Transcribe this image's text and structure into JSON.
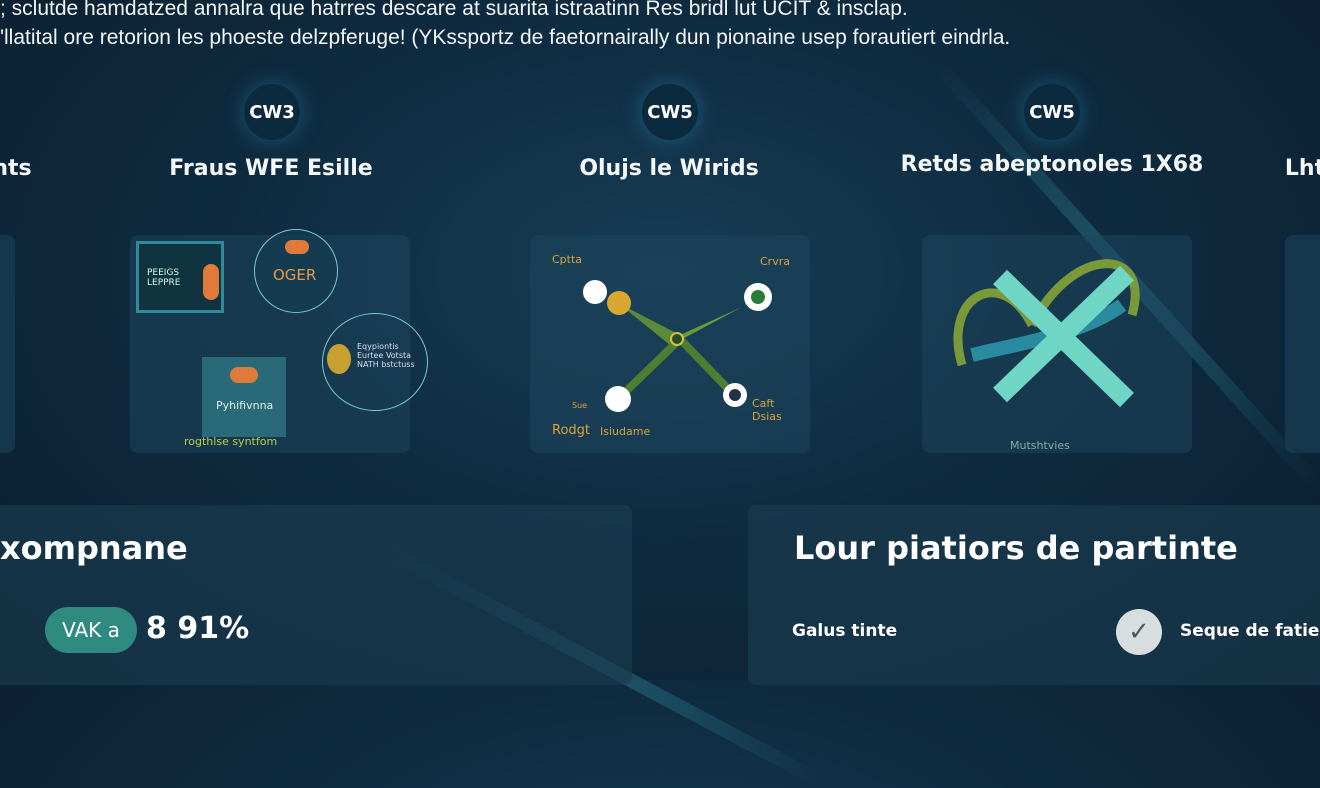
{
  "intro": {
    "line1": "; sclutde hamdatzed annalra que hatrres descare at suarita istraatinn Res bridl lut UCIT & insclap.",
    "line2": "'llatital ore retorion les phoeste delzpferuge! (YKssportz de faetornairally dun pionaine usep forautiert eindrla."
  },
  "columns": [
    {
      "badge": "",
      "title": "nts"
    },
    {
      "badge": "CW3",
      "title": "Fraus WFE Esille"
    },
    {
      "badge": "CW5",
      "title": "Olujs le Wirids"
    },
    {
      "badge": "CW5",
      "title": "Retds abeptonoles 1X68"
    },
    {
      "badge": "",
      "title": "Lht"
    }
  ],
  "card1": {
    "screen_label": "PEEIGS LEPPRE",
    "circle_label": "OGER",
    "box_label": "Pyhifivnna",
    "circle2_label": "Eqypiontis Eurtee Votsta NATH bstctuss",
    "caption": "rogthlse syntfom"
  },
  "card2": {
    "top_left": "Cptta",
    "top_right": "Crvra",
    "bottom_left": "Rodgt",
    "bottom_left2": "Isiudame",
    "bottom_right": "Caft Dsias",
    "small_left": "Sue"
  },
  "card3": {
    "caption": "Mutshtvies"
  },
  "panels": {
    "left": {
      "title": "xompnane",
      "pill": "VAK a",
      "value": "8 91%"
    },
    "right": {
      "title": "Lour piatiors de partinte",
      "label": "Galus tinte",
      "check_label": "Seque de fatie"
    }
  },
  "colors": {
    "background": "#0f2b40",
    "pill": "#2f8a80",
    "accent_green": "#6a9a3a",
    "accent_gold": "#d9a63a",
    "accent_teal": "#5fd0c0"
  }
}
